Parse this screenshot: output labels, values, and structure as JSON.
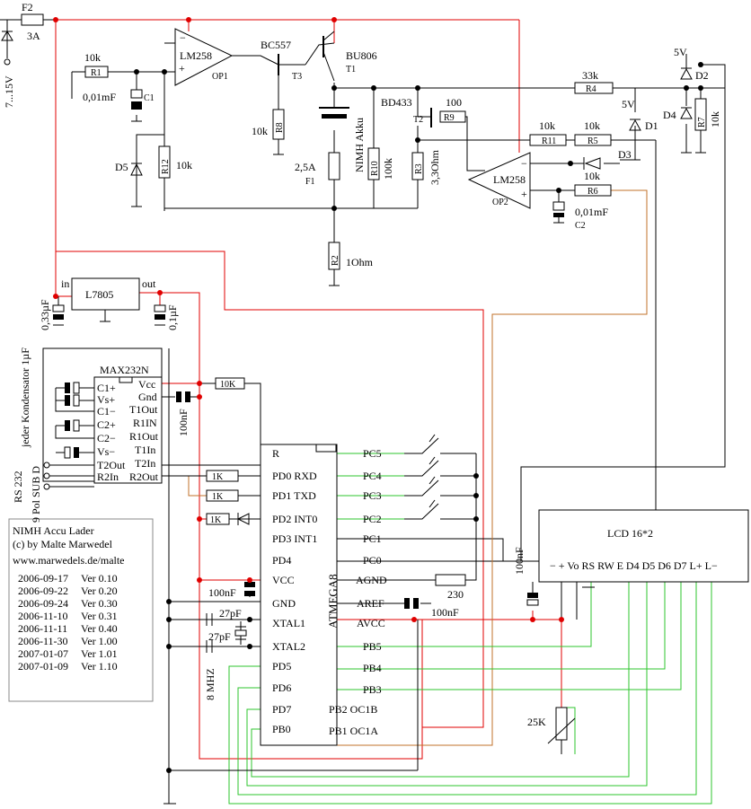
{
  "power": {
    "fuse": "F2",
    "fuse_rating": "3A",
    "input": "7...15V"
  },
  "opamp1": {
    "name": "LM258",
    "ref": "OP1"
  },
  "opamp2": {
    "name": "LM258",
    "ref": "OP2"
  },
  "transistors": {
    "t3_type": "BC557",
    "t3": "T3",
    "t1_type": "BU806",
    "t1": "T1",
    "t2_type": "BD433",
    "t2": "T2"
  },
  "resistors": {
    "r1_val": "10k",
    "r1": "R1",
    "r8": "R8",
    "r8_val": "10k",
    "r12": "R12",
    "r12_val": "10k",
    "r4": "R4",
    "r4_val": "33k",
    "r9": "R9",
    "r9_val": "100",
    "r11": "R11",
    "r11_val": "10k",
    "r5": "R5",
    "r5_val": "10k",
    "r6": "R6",
    "r6_val": "10k",
    "r7": "R7",
    "r7_val": "10k",
    "r10": "R10",
    "r10_val": "100k",
    "r3": "R3",
    "r3_val": "3,3Ohm",
    "r2": "R2",
    "r2_val": "1Ohm",
    "r230": "230",
    "r10k": "10K",
    "r1k_a": "1K",
    "r1k_b": "1K",
    "r1k_c": "1K",
    "pot": "25K"
  },
  "caps": {
    "c1_val": "0,01mF",
    "c1": "C1",
    "c2_val": "0,01mF",
    "c2": "C2",
    "c033": "0,33µF",
    "c01": "0,1µF",
    "c100a": "100nF",
    "c100b": "100nF",
    "c100c": "100nF",
    "c100d": "100nF",
    "c27a": "27pF",
    "c27b": "27pF",
    "jeder": "jeder Kondensator 1µF"
  },
  "diodes": {
    "d5": "D5",
    "d1": "D1",
    "d1_val": "5V",
    "d2": "D2",
    "d2_val": "5V",
    "d3": "D3",
    "d4": "D4"
  },
  "battery": {
    "label": "NIMH Akku",
    "fuse": "F1",
    "fuse_val": "2,5A"
  },
  "reg": {
    "name": "L7805",
    "in": "in",
    "out": "out"
  },
  "max232": {
    "title": "MAX232N",
    "left": [
      "C1+",
      "Vs+",
      "C1−",
      "C2+",
      "C2−",
      "Vs−",
      "T2Out",
      "R2In"
    ],
    "right": [
      "Vcc",
      "Gnd",
      "T1Out",
      "R1IN",
      "R1Out",
      "T1In",
      "T2In",
      "R2Out"
    ]
  },
  "rs232": {
    "label1": "RS 232",
    "label2": "9 Pol SUB D"
  },
  "mcu": {
    "name": "ATMEGA8",
    "left": [
      "R",
      "PD0 RXD",
      "PD1 TXD",
      "PD2 INT0",
      "PD3 INT1",
      "PD4",
      "VCC",
      "GND",
      "XTAL1",
      "XTAL2",
      "PD5",
      "PD6",
      "PD7",
      "PB0"
    ],
    "right": [
      "PC5",
      "PC4",
      "PC3",
      "PC2",
      "PC1",
      "PC0",
      "AGND",
      "AREF",
      "AVCC",
      "PB5",
      "PB4",
      "PB3",
      "PB2 OC1B",
      "PB1 OC1A"
    ]
  },
  "crystal": "8 MHZ",
  "lcd": {
    "title": "LCD 16*2",
    "pins": "− + Vo RS RW E D4 D5 D6 D7 L+ L−"
  },
  "info": {
    "title": "NIMH Accu Lader",
    "author": "(c) by Malte Marwedel",
    "url": "www.marwedels.de/malte",
    "versions": [
      [
        "2006-09-17",
        "Ver 0.10"
      ],
      [
        "2006-09-22",
        "Ver 0.20"
      ],
      [
        "2006-09-24",
        "Ver 0.30"
      ],
      [
        "2006-11-10",
        "Ver 0.31"
      ],
      [
        "2006-11-11",
        "Ver 0.40"
      ],
      [
        "2006-11-30",
        "Ver 1.00"
      ],
      [
        "2007-01-07",
        "Ver 1.01"
      ],
      [
        "2007-01-09",
        "Ver 1.10"
      ]
    ]
  }
}
